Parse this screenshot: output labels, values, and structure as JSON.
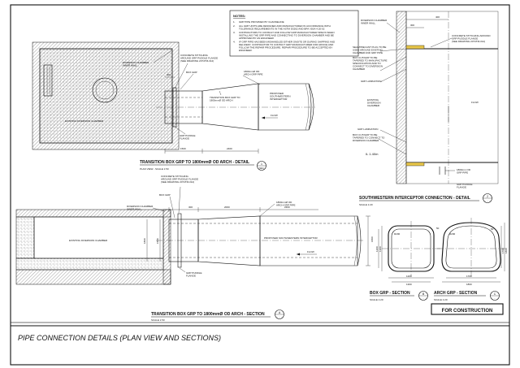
{
  "notes": {
    "heading": "NOTES:",
    "items": [
      {
        "num": "1.",
        "lines": [
          "GRP PIPE PROVIDED BY CHANNELINE"
        ]
      },
      {
        "num": "2.",
        "lines": [
          "ALL GRP UNITS ARE DESIGNED AND MANUFACTURED IN ACCORDANCE WITH",
          "TOLERANCE REQUIREMENTS IN THE ASTM D3262 AND BPA / BSA 4.20-02"
        ]
      },
      {
        "num": "3.",
        "lines": [
          "CONTRACTORS TO CONSULT AND FOLLOW GRP MANUFACTURER SPECS WHEN",
          "INSTALLING THE GRP PIPE AND CONNECTING TO DIVERSION CHAMBER AND BE",
          "APPROVED BY AN ENGINEER"
        ]
      },
      {
        "num": "4.",
        "lines": [
          "IF GRP PIPE HAS BEEN MISHANDLED EITHER ONSITE OR DURING SHIPPING AND",
          "DELIVERY, CONTRACTOR TO CONTACT GRP MANUFACTURER FOR ADVICE AND",
          "FOLLOW THE REPAIR PROCEDURE. REPAIR PROCEDURE TO BE ACCEPTED BY",
          "ENGINEER."
        ]
      }
    ]
  },
  "plan_detail": {
    "labels": {
      "diversion_wall": [
        "DIVERSION CHAMBER",
        "INNER WALL"
      ],
      "stitching": [
        "CONCRETE STITCHING",
        "AROUND GRP PUDDLE FLANGE",
        "(SEE DRAWING 2074TM-314)"
      ],
      "box_grp": "BOX GRP",
      "arch_pipe": [
        "1800mmØ OD",
        "ARCH GRP PIPE"
      ],
      "transition": [
        "TRANSITION BOX GRP TO",
        "1800mmØ OD ARCH"
      ],
      "proposed": [
        "PROPOSED",
        "SOUTHWESTERN",
        "INTERCEPTOR"
      ],
      "flow": "FLOW",
      "existing": "EXISTING DIVERSION CHAMBER",
      "puddle": [
        "GRP PUDDLE",
        "FLANGE"
      ]
    },
    "dims": {
      "d1": "1500",
      "d2": "2400",
      "top": "300"
    },
    "title": "TRANSITION BOX GRP TO 1800mmØ OD ARCH - DETAIL",
    "subtitle": "PLAN VIEW - SCALE 1:50",
    "callout_top": "1",
    "callout_bottom": "SE1"
  },
  "section_a": {
    "labels": {
      "stitching": [
        "CONCRETE STITCHING",
        "AROUND GRP PUDDLE FLANGE",
        "(SEE DRAWING 2074TM-314)"
      ],
      "box_grp": "BOX GRP",
      "diversion_wall": [
        "DIVERSION CHAMBER",
        "INNER WALL"
      ],
      "arch_pipe": [
        "1800mmØ OD",
        "ARCH GRP PIPE"
      ],
      "existing": "EXISTING DIVERSION CHAMBER",
      "proposed": "PROPOSED SOUTHWESTERN INTERCEPTOR",
      "flow": "FLOW",
      "puddle": [
        "GRP PUDDLE",
        "FLANGE"
      ]
    },
    "dims": {
      "a": "300",
      "b": "2000",
      "c": "2400",
      "d": "1800",
      "e": "1800",
      "f": "1500"
    },
    "title": "TRANSITION BOX GRP TO 1800mmØ OD ARCH - SECTION",
    "subtitle": "SCALE 1:50",
    "callout_top": "A",
    "callout_bottom": "-"
  },
  "interceptor": {
    "labels": {
      "diversion_wall": [
        "DIVERSION CHAMBER",
        "INNER WALL"
      ],
      "stitching": [
        "CONCRETE STITCHING AROUND",
        "GRP PUDDLE FLANGE",
        "(SEE DRAWING 2074TM-314)"
      ],
      "sealing": [
        "SEAL/PRECAST PLUG TO BE",
        "USED AROUND EXISTING",
        "CHAMBER AND GRP PIPE"
      ],
      "box_cut": [
        "BOX CUT/GRP TO BE",
        "TAPERED TO MANUFACTURE",
        "SPECIFICATION AND TO",
        "CONNECT TO DIVERSION",
        "CHAMBER"
      ],
      "grp_lamination": "GRP LAMINATION",
      "existing": [
        "EXISTING",
        "DIVERSION",
        "CHAMBER"
      ],
      "flow": "FLOW",
      "grp_lamination2": "GRP LAMINATION",
      "box_cut2": [
        "BOX CUT/GRP TO BE",
        "TAPERED TO CONNECT TO",
        "DIVERSION CHAMBER"
      ],
      "il": "IL 1.40m",
      "arch_pipe": [
        "1800mm OD",
        "GRP PIPE"
      ],
      "puddle": [
        "GRP PUDDLE",
        "FLANGE"
      ]
    },
    "dims": {
      "top1": "400",
      "top2": "300"
    },
    "title": "SOUTHWESTERN INTERCEPTOR CONNECTION - DETAIL",
    "subtitle": "SCALE 1:20",
    "callout_top": "2",
    "callout_bottom": "-"
  },
  "box_section": {
    "title": "BOX GRP - SECTION",
    "subtitle": "SCALE 1:20",
    "callout_top": "B",
    "callout_bottom": "-",
    "dims": {
      "w_inner": "1200",
      "w_outer": "1300",
      "h_inner": "1200",
      "h_outer": "1300",
      "r": "R200",
      "t": "50"
    }
  },
  "arch_section": {
    "title": "ARCH GRP - SECTION",
    "subtitle": "SCALE 1:20",
    "callout_top": "C",
    "callout_bottom": "-",
    "dims": {
      "w_inner": "1700",
      "w_outer": "1800",
      "h_inner": "1700",
      "h_outer": "1800",
      "r": "R200",
      "t": "50"
    }
  },
  "stamp": "FOR CONSTRUCTION",
  "sheet_title": "PIPE CONNECTION DETAILS (PLAN VIEW AND SECTIONS)"
}
